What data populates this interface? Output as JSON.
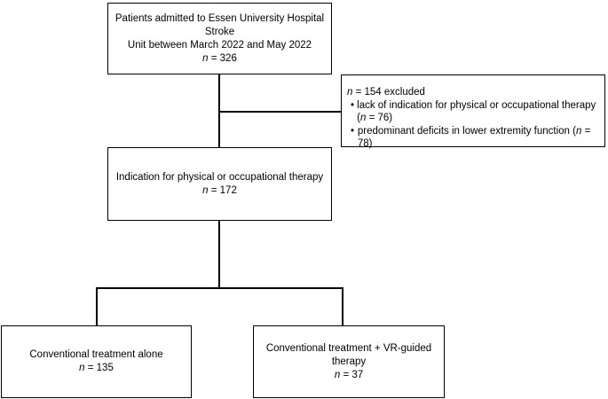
{
  "diagram": {
    "box_admitted": {
      "line1": "Patients admitted to Essen University Hospital Stroke",
      "line2": "Unit between March 2022 and May 2022",
      "n_label": "n",
      "n_value": "= 326"
    },
    "box_excluded": {
      "n_label": "n",
      "heading": "= 154 excluded",
      "items": [
        {
          "text": "lack of indication for physical or occupational therapy (",
          "n_label": "n",
          "n_value": "= 76)"
        },
        {
          "text": "predominant deficits in lower extremity function (",
          "n_label": "n",
          "n_value": "= 78)"
        }
      ],
      "bullet": "•"
    },
    "box_indication": {
      "line1": "Indication for physical or occupational therapy",
      "n_label": "n",
      "n_value": "= 172"
    },
    "box_conventional": {
      "line1": "Conventional treatment alone",
      "n_label": "n",
      "n_value": "= 135"
    },
    "box_vr": {
      "line1": "Conventional treatment + VR-guided therapy",
      "n_label": "n",
      "n_value": "= 37"
    }
  }
}
